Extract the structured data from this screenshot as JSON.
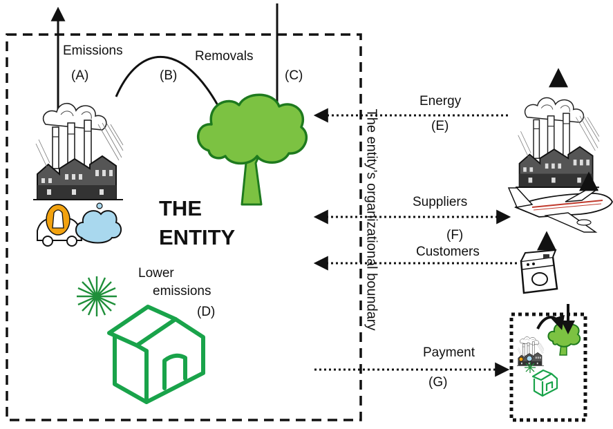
{
  "entity": {
    "line1": "THE",
    "line2": "ENTITY"
  },
  "boundary_label": "The entity’s organizational boundary",
  "labels": {
    "emissions": "Emissions",
    "a": "(A)",
    "b": "(B)",
    "removals": "Removals",
    "c": "(C)",
    "lower_emissions_1": "Lower",
    "lower_emissions_2": "emissions",
    "d": "(D)",
    "energy": "Energy",
    "e": "(E)",
    "suppliers": "Suppliers",
    "f": "(F)",
    "customers": "Customers",
    "payment": "Payment",
    "g": "(G)"
  },
  "colors": {
    "tree_green": "#7cc242",
    "tree_outline": "#1e7a1e",
    "house_green": "#19a34a",
    "sun_green": "#1f8f3a",
    "car_orange": "#f2a20f",
    "smoke_blue": "#a9d8ee",
    "line": "#111111"
  },
  "icons": [
    "factory-icon",
    "tree-icon",
    "house-icon",
    "sun-burst-icon",
    "car-icon",
    "smoke-cloud-icon",
    "airplane-icon",
    "washing-machine-icon"
  ]
}
